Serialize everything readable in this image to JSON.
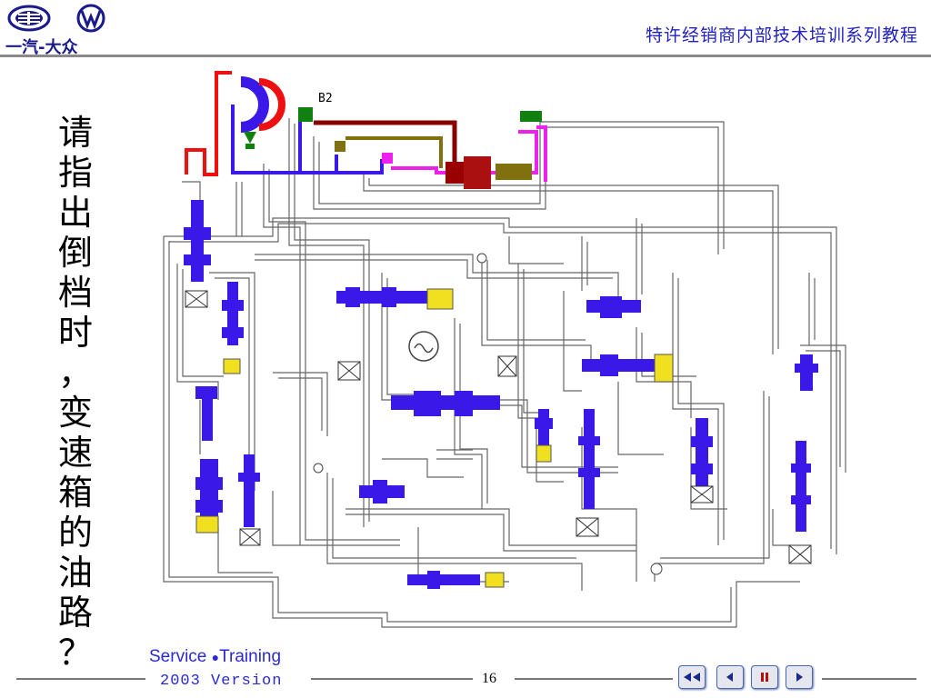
{
  "header": {
    "title": "特许经销商内部技术培训系列教程",
    "brand": "一汽-大众"
  },
  "question": [
    "请",
    "指",
    "出",
    "倒",
    "档",
    "时",
    "，",
    "变",
    "速",
    "箱",
    "的",
    "油",
    "路",
    "？"
  ],
  "diagram": {
    "label_b2": "B2"
  },
  "footer": {
    "service_word": "Service",
    "training_word": "Training",
    "version": "2003 Version",
    "page_number": "16"
  },
  "nav": {
    "buttons": [
      "first-page",
      "previous-page",
      "pause",
      "next-page"
    ]
  },
  "colors": {
    "accent_blue": "#2a2ad0",
    "valve_blue": "#3a18e8",
    "valve_yellow": "#f0e020",
    "line_red": "#ee1010",
    "line_darkred": "#880000",
    "line_olive": "#807010",
    "line_magenta": "#ee20ee",
    "line_green": "#108010"
  }
}
